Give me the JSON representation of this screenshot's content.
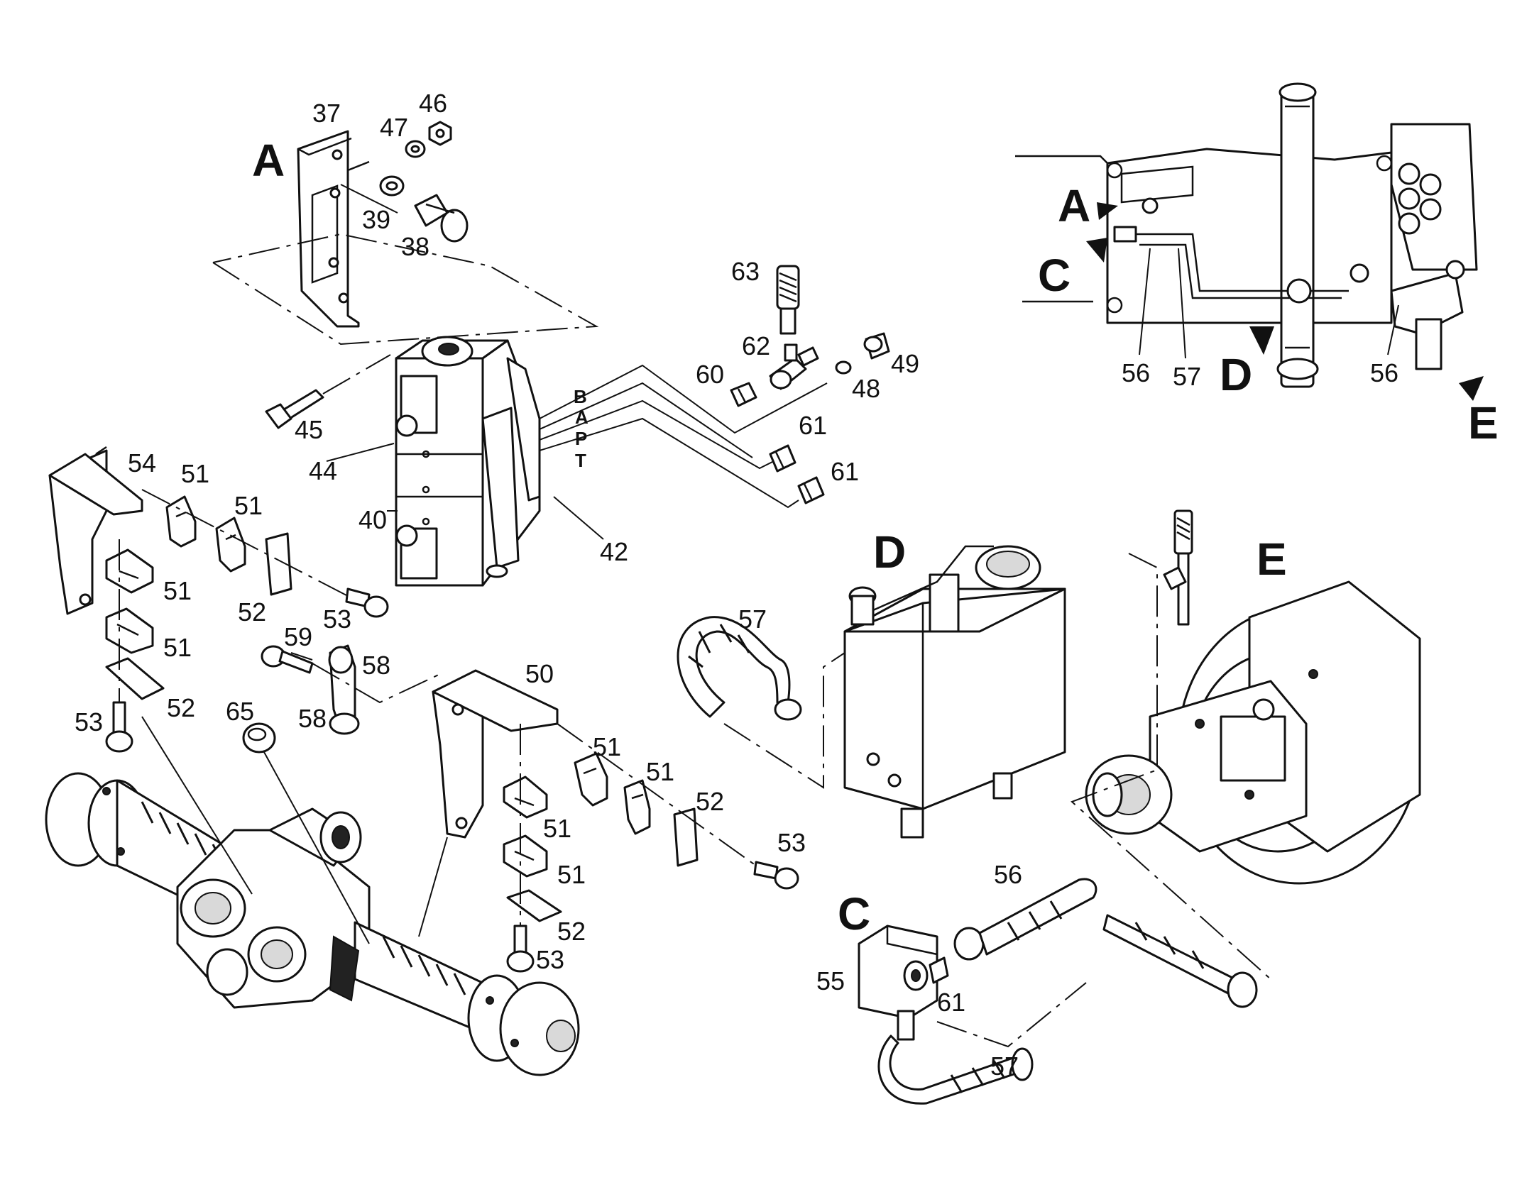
{
  "view_labels": {
    "a": "A",
    "c": "C",
    "d": "D",
    "e": "E",
    "overview_a": "A",
    "overview_c": "C",
    "overview_d": "D",
    "overview_e": "E"
  },
  "port_labels": {
    "b": "B",
    "a": "A",
    "p": "P",
    "t": "T"
  },
  "part_numbers": {
    "p37": "37",
    "p38": "38",
    "p39": "39",
    "p40": "40",
    "p42": "42",
    "p44": "44",
    "p45": "45",
    "p46": "46",
    "p47": "47",
    "p48": "48",
    "p49": "49",
    "p50": "50",
    "p51_a": "51",
    "p51_b": "51",
    "p51_c": "51",
    "p51_d": "51",
    "p51_e": "51",
    "p51_f": "51",
    "p51_g": "51",
    "p51_h": "51",
    "p52_a": "52",
    "p52_b": "52",
    "p52_c": "52",
    "p52_d": "52",
    "p53_a": "53",
    "p53_b": "53",
    "p53_c": "53",
    "p53_d": "53",
    "p54": "54",
    "p55": "55",
    "p56_a": "56",
    "p56_b": "56",
    "p56_c": "56",
    "p57_a": "57",
    "p57_b": "57",
    "p57_c": "57",
    "p58_a": "58",
    "p58_b": "58",
    "p59": "59",
    "p60": "60",
    "p61_a": "61",
    "p61_b": "61",
    "p61_c": "61",
    "p62": "62",
    "p63": "63",
    "p65": "65"
  }
}
